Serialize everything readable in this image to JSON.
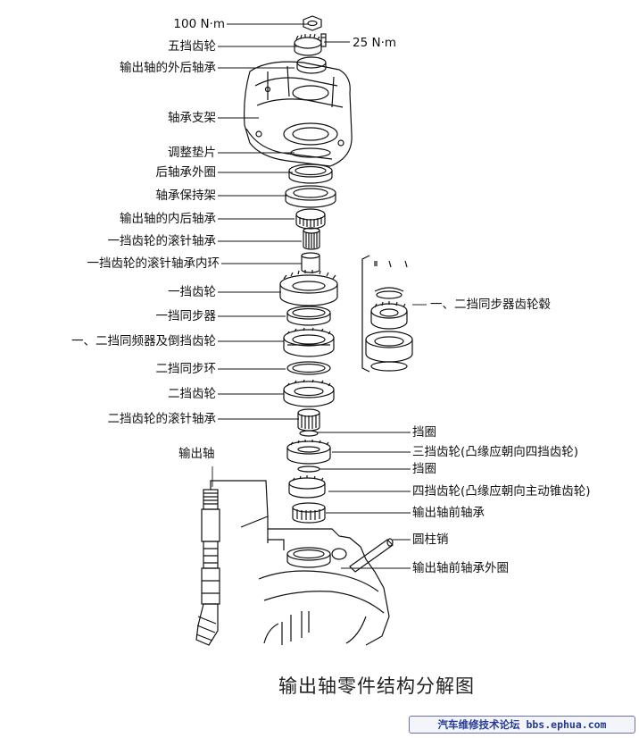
{
  "labels": {
    "torque_100": "100 N·m",
    "gear5": "五挡齿轮",
    "torque_25": "25 N·m",
    "outer_rear_bearing": "输出轴的外后轴承",
    "bearing_bracket": "轴承支架",
    "shim": "调整垫片",
    "rear_bearing_outer_race": "后轴承外圈",
    "bearing_retainer": "轴承保持架",
    "inner_rear_bearing": "输出轴的内后轴承",
    "gear1_needle_bearing": "一挡齿轮的滚针轴承",
    "gear1_needle_inner_ring": "一挡齿轮的滚针轴承内环",
    "gear1": "一挡齿轮",
    "sync1": "一挡同步器",
    "sync12_reverse": "一、二挡同频器及倒挡齿轮",
    "sync_ring2": "二挡同步环",
    "gear2": "二挡齿轮",
    "gear2_needle_bearing": "二挡齿轮的滚针轴承",
    "hub12": "一、二挡同步器齿轮毂",
    "output_shaft": "输出轴",
    "retainer_ring1": "挡圈",
    "gear3": "三挡齿轮(凸缘应朝向四挡齿轮)",
    "retainer_ring2": "挡圈",
    "gear4": "四挡齿轮(凸缘应朝向主动锥齿轮)",
    "front_bearing": "输出轴前轴承",
    "dowel_pin": "圆柱销",
    "front_bearing_outer_race": "输出轴前轴承外圈"
  },
  "caption": "输出轴零件结构分解图",
  "watermark": "汽车维修技术论坛 bbs.ephua.com"
}
